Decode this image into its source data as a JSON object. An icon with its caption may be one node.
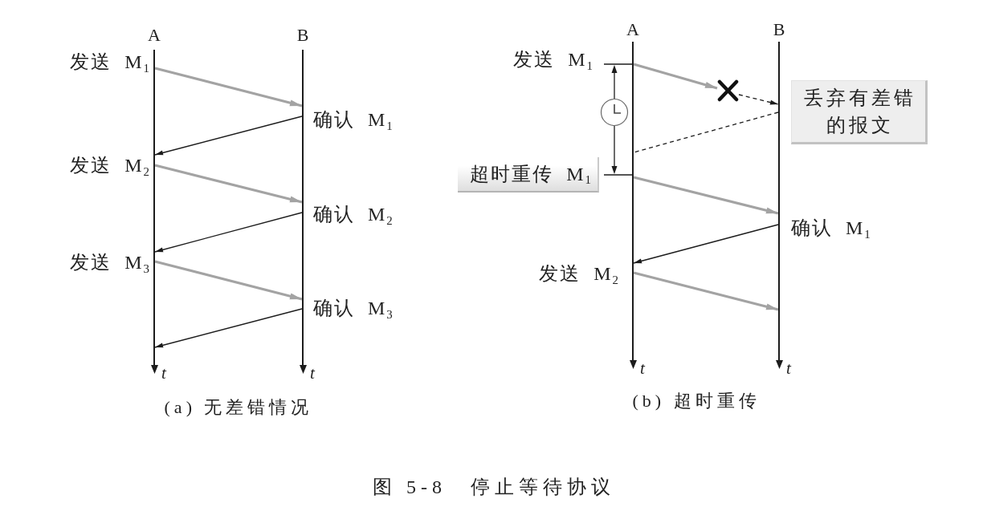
{
  "diagram": {
    "caption": "图 5-8　停止等待协议",
    "nodes": [
      {
        "text": [
          "A"
        ]
      },
      {
        "text": [
          "B"
        ]
      },
      {
        "text": [
          "A"
        ]
      },
      {
        "text": [
          "B"
        ]
      },
      {
        "text": [],
        "shape": "cross"
      },
      {
        "text": [
          "丢弃有差错的报文"
        ]
      },
      {
        "text": [
          "超时重传 M$_{1}$"
        ]
      }
    ],
    "edges": [
      {
        "from": 0,
        "to": 1,
        "arrow": "to",
        "style": "thick",
        "color": "#a3a3a3"
      },
      {
        "from": 1,
        "to": 0,
        "arrow": "to",
        "color": "#1c1c1c"
      },
      {
        "from": 0,
        "to": 1,
        "arrow": "to",
        "style": "thick",
        "color": "#a3a3a3"
      },
      {
        "from": 1,
        "to": 0,
        "arrow": "to",
        "color": "#1c1c1c"
      },
      {
        "from": 0,
        "to": 1,
        "arrow": "to",
        "style": "thick",
        "color": "#a3a3a3"
      },
      {
        "from": 1,
        "to": 0,
        "arrow": "to",
        "color": "#1c1c1c"
      },
      {
        "from": 2,
        "to": 4,
        "arrow": "to",
        "style": "thick",
        "color": "#a3a3a3"
      },
      {
        "from": 4,
        "to": 3,
        "arrow": "to",
        "style": "dashed",
        "color": "#1c1c1c"
      },
      {
        "from": 3,
        "to": 2,
        "arrow": "none",
        "style": "dashed",
        "color": "#1c1c1c"
      },
      {
        "from": 2,
        "to": 3,
        "arrow": "to",
        "style": "thick",
        "color": "#a3a3a3"
      },
      {
        "from": 3,
        "to": 2,
        "arrow": "to",
        "color": "#1c1c1c"
      },
      {
        "from": 2,
        "to": 3,
        "arrow": "to",
        "style": "thick",
        "color": "#a3a3a3"
      }
    ],
    "labels": [
      "发送 M$_{1}$",
      "确认 M$_{1}$",
      "发送 M$_{2}$",
      "确认 M$_{2}$",
      "发送 M$_{3}$",
      "确认 M$_{3}$",
      "t",
      "t",
      "(a) 无差错情况",
      "发送 M$_{1}$",
      "确认 M$_{1}$",
      "发送 M$_{2}$",
      "t",
      "t",
      "(b) 超时重传"
    ]
  }
}
